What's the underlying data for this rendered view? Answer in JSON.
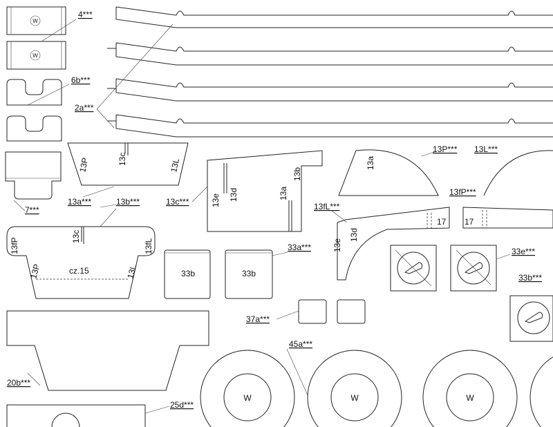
{
  "labels": {
    "p4": "4***",
    "p6b": "6b***",
    "p2a": "2a***",
    "p7": "7***",
    "p13a_pointer": "13a***",
    "p13b_pointer": "13b***",
    "p13c_pointer": "13c***",
    "p13P_pointer": "13P***",
    "p13L_pointer": "13L***",
    "p13fP_pointer": "13fP***",
    "p13fL_pointer": "13fL***",
    "p33a": "33a***",
    "p33e": "33e***",
    "p33b_pointer": "33b***",
    "p37a": "37a***",
    "p45a": "45a***",
    "p20b": "20b***",
    "p25d": "25d***"
  },
  "marks": {
    "w": "W",
    "w_small": "W",
    "m13c": "13c",
    "m13P": "13P",
    "m13L": "13L",
    "m13e": "13e",
    "m13d": "13d",
    "m13a": "13a",
    "m13b": "13b",
    "m13fP": "13fP",
    "m13fL": "13fL",
    "m13P_b": "13P",
    "m13L_b": "13L",
    "cz15": "cz.15",
    "m33b": "33b",
    "m17": "17",
    "m13ps": "13p",
    "m13ls": "13L"
  }
}
